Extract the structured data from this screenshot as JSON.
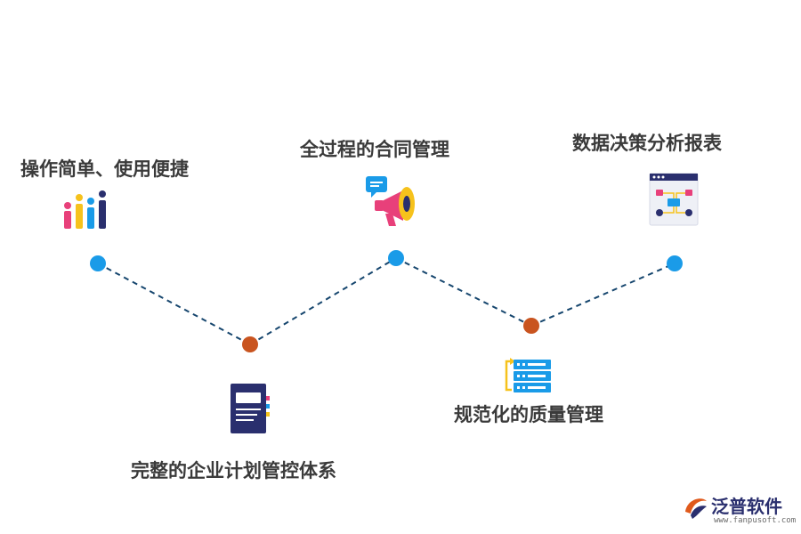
{
  "nodes": [
    {
      "label": "操作简单、使用便捷",
      "icon": "bar-chart-icon"
    },
    {
      "label": "全过程的合同管理",
      "icon": "megaphone-icon"
    },
    {
      "label": "数据决策分析报表",
      "icon": "flowchart-icon"
    },
    {
      "label": "完整的企业计划管控体系",
      "icon": "document-icon"
    },
    {
      "label": "规范化的质量管理",
      "icon": "server-icon"
    }
  ],
  "colors": {
    "top_dot": "#1a9be8",
    "bottom_dot": "#c9541f",
    "connector": "#16466e",
    "label": "#3a3a3a"
  },
  "logo": {
    "name": "泛普软件",
    "url": "www.fanpusoft.com"
  }
}
